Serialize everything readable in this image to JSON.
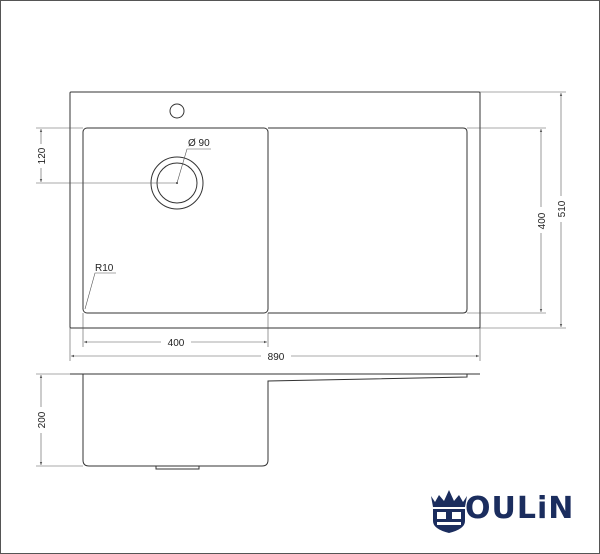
{
  "dimensions": {
    "drain_diameter": "Ø 90",
    "drain_offset": "120",
    "bowl_depth_length": "400",
    "overall_depth": "510",
    "corner_radius": "R10",
    "bowl_width": "400",
    "overall_width": "890",
    "bowl_height": "200"
  },
  "logo": {
    "text": "OULiN",
    "color": "#1b2d5e"
  }
}
